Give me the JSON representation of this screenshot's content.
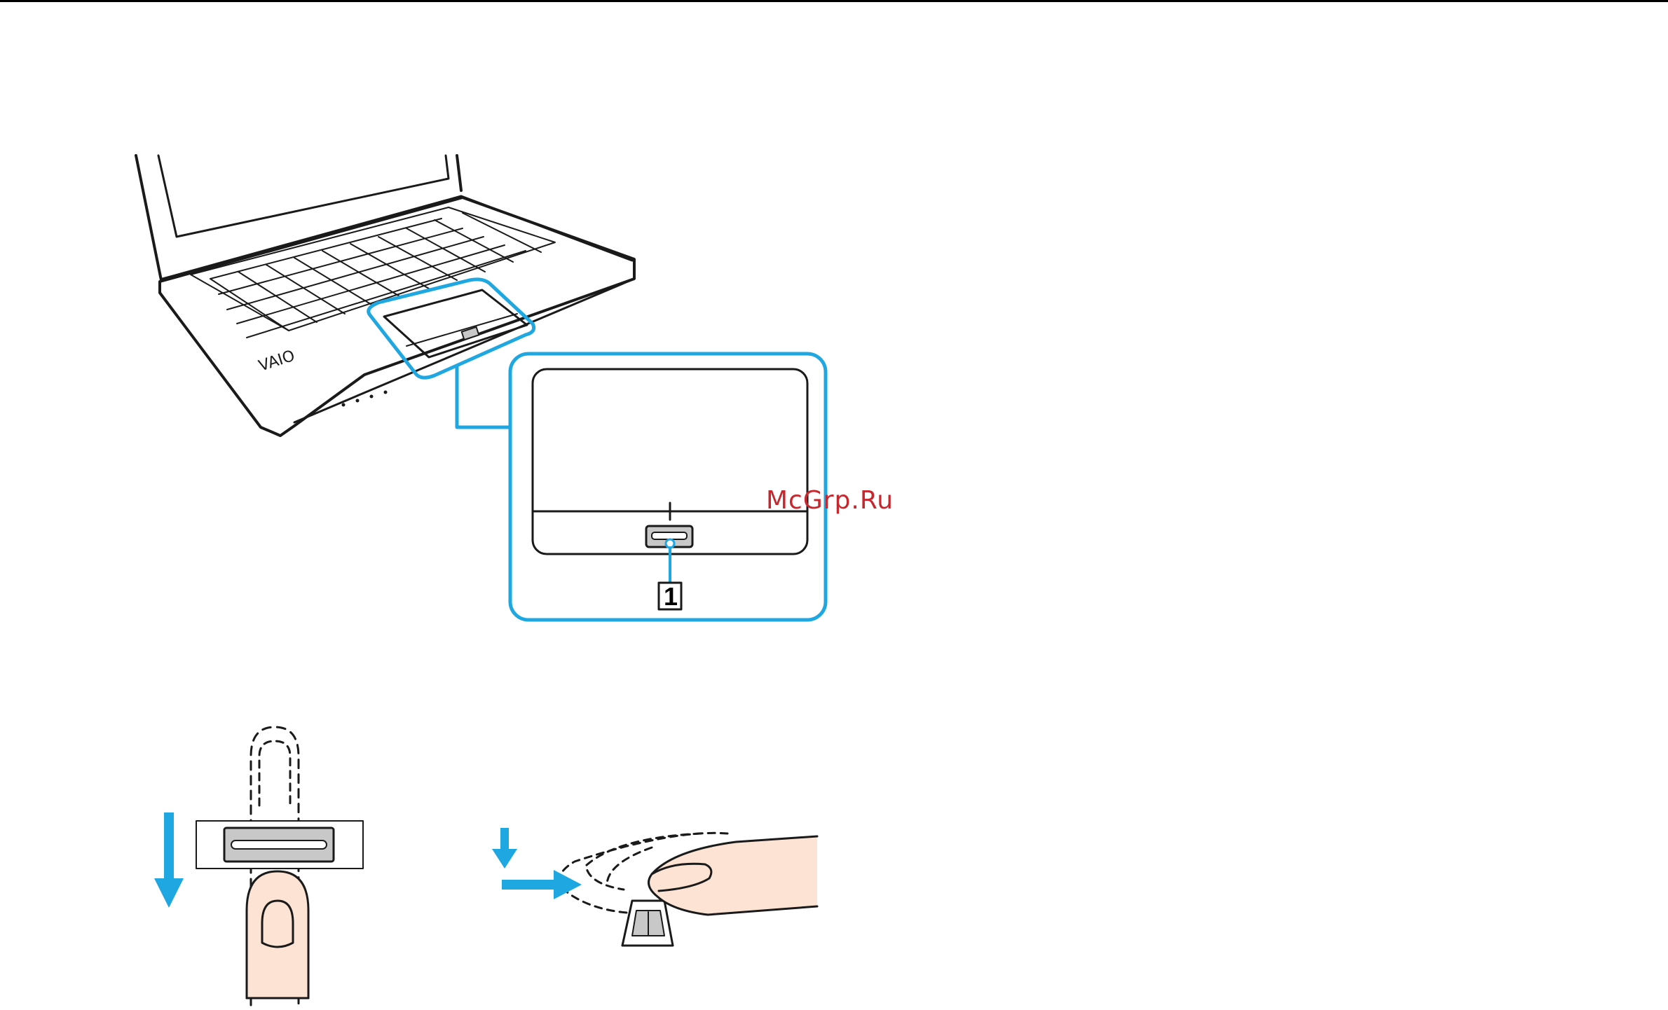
{
  "page": {
    "watermark": "McGrp.Ru"
  },
  "callouts": [
    {
      "number": "1",
      "target": "fingerprint-sensor"
    }
  ],
  "colors": {
    "accent": "#1ea7e1",
    "finger_fill": "#fde3d3",
    "sensor_fill": "#c8c8c8",
    "watermark": "#c8262c"
  },
  "icons": [
    "down-arrow-icon",
    "right-arrow-icon"
  ]
}
